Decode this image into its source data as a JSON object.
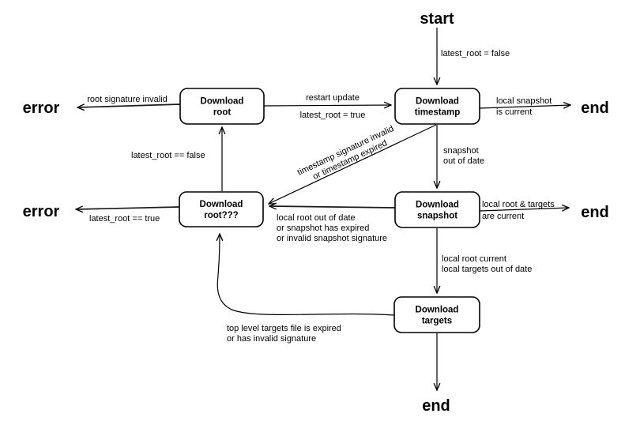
{
  "style": {
    "background_color": "#ffffff",
    "line_color": "#000000",
    "node_fill": "#ffffff",
    "node_border": "#000000",
    "text_color": "#000000"
  },
  "terminals": {
    "start": "start",
    "error_top": "error",
    "error_bottom": "error",
    "end_top": "end",
    "end_middle": "end",
    "end_bottom": "end"
  },
  "nodes": {
    "download_root": {
      "line1": "Download",
      "line2": "root"
    },
    "download_timestamp": {
      "line1": "Download",
      "line2": "timestamp"
    },
    "download_root_again": {
      "line1": "Download",
      "line2": "root???"
    },
    "download_snapshot": {
      "line1": "Download",
      "line2": "snapshot"
    },
    "download_targets": {
      "line1": "Download",
      "line2": "targets"
    }
  },
  "edge_labels": {
    "start_to_timestamp": "latest_root = false",
    "root_to_error": "root signature invalid",
    "root_to_timestamp_line1": "restart update",
    "root_to_timestamp_line2": "latest_root = true",
    "timestamp_to_end_line1": "local snapshot",
    "timestamp_to_end_line2": "is current",
    "root_again_to_root": "latest_root == false",
    "timestamp_to_root_again_line1": "timestamp signature invalid",
    "timestamp_to_root_again_line2": "or timestamp expired",
    "timestamp_to_snapshot_line1": "snapshot",
    "timestamp_to_snapshot_line2": "out of date",
    "root_again_to_error": "latest_root == true",
    "snapshot_to_root_again_line1": "local root out of date",
    "snapshot_to_root_again_line2": "or snapshot has expired",
    "snapshot_to_root_again_line3": "or invalid snapshot signature",
    "snapshot_to_end_line1": "local root & targets",
    "snapshot_to_end_line2": "are current",
    "snapshot_to_targets_line1": "local root current",
    "snapshot_to_targets_line2": "local targets out of date",
    "targets_to_root_again_line1": "top level targets file is expired",
    "targets_to_root_again_line2": "or has invalid signature"
  }
}
